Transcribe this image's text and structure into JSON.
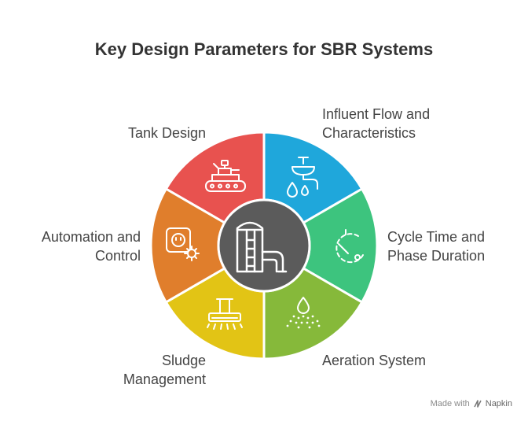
{
  "title": "Key Design Parameters for SBR Systems",
  "segments": [
    {
      "id": "tank",
      "lines": [
        "Tank Design"
      ],
      "color": "#E8524F",
      "icon": "tracked-vehicle-icon"
    },
    {
      "id": "influent",
      "lines": [
        "Influent Flow and",
        "Characteristics"
      ],
      "color": "#1FA7DB",
      "icon": "faucet-drops-icon"
    },
    {
      "id": "cycle",
      "lines": [
        "Cycle Time and",
        "Phase Duration"
      ],
      "color": "#3DC47E",
      "icon": "timer-icon"
    },
    {
      "id": "aeration",
      "lines": [
        "Aeration System"
      ],
      "color": "#86B93A",
      "icon": "droplet-bubbles-icon"
    },
    {
      "id": "sludge",
      "lines": [
        "Sludge",
        "Management"
      ],
      "color": "#E2C415",
      "icon": "sludge-machine-icon"
    },
    {
      "id": "automation",
      "lines": [
        "Automation and",
        "Control"
      ],
      "color": "#E07E2C",
      "icon": "socket-gear-icon"
    }
  ],
  "center": {
    "color": "#5B5B5B",
    "icon": "silo-pipe-icon"
  },
  "footer": {
    "made_with": "Made with",
    "brand": "Napkin"
  }
}
